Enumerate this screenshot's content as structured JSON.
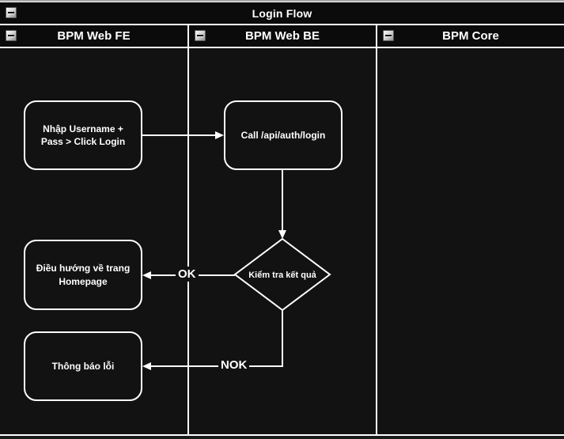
{
  "pool": {
    "title": "Login Flow"
  },
  "lanes": [
    {
      "label": "BPM Web FE"
    },
    {
      "label": "BPM Web BE"
    },
    {
      "label": "BPM Core"
    }
  ],
  "nodes": {
    "input_login": {
      "label": "Nhập Username + Pass > Click Login",
      "shape": "rounded-rect",
      "lane": "BPM Web FE"
    },
    "call_api": {
      "label": "Call /api/auth/login",
      "shape": "rounded-rect",
      "lane": "BPM Web BE"
    },
    "check_result": {
      "label": "Kiểm tra kết quả",
      "shape": "decision-diamond",
      "lane": "BPM Web BE"
    },
    "redirect_home": {
      "label": "Điều hướng về trang Homepage",
      "shape": "rounded-rect",
      "lane": "BPM Web FE"
    },
    "error_message": {
      "label": "Thông báo lỗi",
      "shape": "rounded-rect",
      "lane": "BPM Web FE"
    }
  },
  "edges": {
    "ok_label": "OK",
    "nok_label": "NOK"
  },
  "icons": {
    "collapse": "minus-square-icon"
  },
  "colors": {
    "pool_background": "#121212",
    "header_background": "#0b0b0b",
    "border": "#ffffff",
    "text": "#ffffff",
    "icon_face": "#d6d6d6",
    "outer_canvas": "#a9a9a9"
  }
}
